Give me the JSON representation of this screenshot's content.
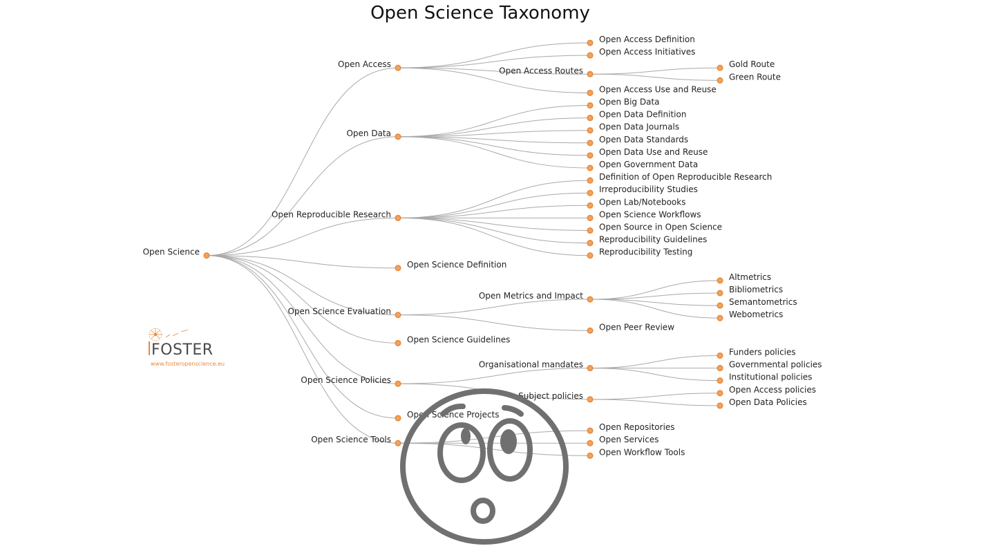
{
  "title": "Open Science Taxonomy",
  "logo": {
    "name": "FOSTER",
    "url": "www.fosteropenscience.eu"
  },
  "colors": {
    "node_fill": "#f2a35c",
    "node_stroke": "#e8893a",
    "link": "#a9a9a9",
    "face": "#707070"
  },
  "tree": {
    "label": "Open Science",
    "children": [
      {
        "label": "Open Access",
        "children": [
          {
            "label": "Open Access Definition"
          },
          {
            "label": "Open Access Initiatives"
          },
          {
            "label": "Open Access Routes",
            "children": [
              {
                "label": "Gold Route"
              },
              {
                "label": "Green Route"
              }
            ]
          },
          {
            "label": "Open Access Use and Reuse"
          }
        ]
      },
      {
        "label": "Open Data",
        "children": [
          {
            "label": "Open Big Data"
          },
          {
            "label": "Open Data Definition"
          },
          {
            "label": "Open Data Journals"
          },
          {
            "label": "Open Data Standards"
          },
          {
            "label": "Open Data Use and Reuse"
          },
          {
            "label": "Open Government Data"
          }
        ]
      },
      {
        "label": "Open Reproducible Research",
        "children": [
          {
            "label": "Definition of Open Reproducible Research"
          },
          {
            "label": "Irreproducibility Studies"
          },
          {
            "label": "Open Lab/Notebooks"
          },
          {
            "label": "Open Science Workflows"
          },
          {
            "label": "Open Source in Open Science"
          },
          {
            "label": "Reproducibility Guidelines"
          },
          {
            "label": "Reproducibility Testing"
          }
        ]
      },
      {
        "label": "Open Science Definition"
      },
      {
        "label": "Open Science Evaluation",
        "children": [
          {
            "label": "Open Metrics and Impact",
            "children": [
              {
                "label": "Altmetrics"
              },
              {
                "label": "Bibliometrics"
              },
              {
                "label": "Semantometrics"
              },
              {
                "label": "Webometrics"
              }
            ]
          },
          {
            "label": "Open Peer Review"
          }
        ]
      },
      {
        "label": "Open Science Guidelines"
      },
      {
        "label": "Open Science Policies",
        "children": [
          {
            "label": "Organisational mandates",
            "children": [
              {
                "label": "Funders policies"
              },
              {
                "label": "Governmental policies"
              },
              {
                "label": "Institutional policies"
              }
            ]
          },
          {
            "label": "Subject policies",
            "children": [
              {
                "label": "Open Access policies"
              },
              {
                "label": "Open Data Policies"
              }
            ]
          }
        ]
      },
      {
        "label": "Open Science Projects"
      },
      {
        "label": "Open Science Tools",
        "children": [
          {
            "label": "Open Repositories"
          },
          {
            "label": "Open Services"
          },
          {
            "label": "Open Workflow Tools"
          }
        ]
      }
    ]
  }
}
